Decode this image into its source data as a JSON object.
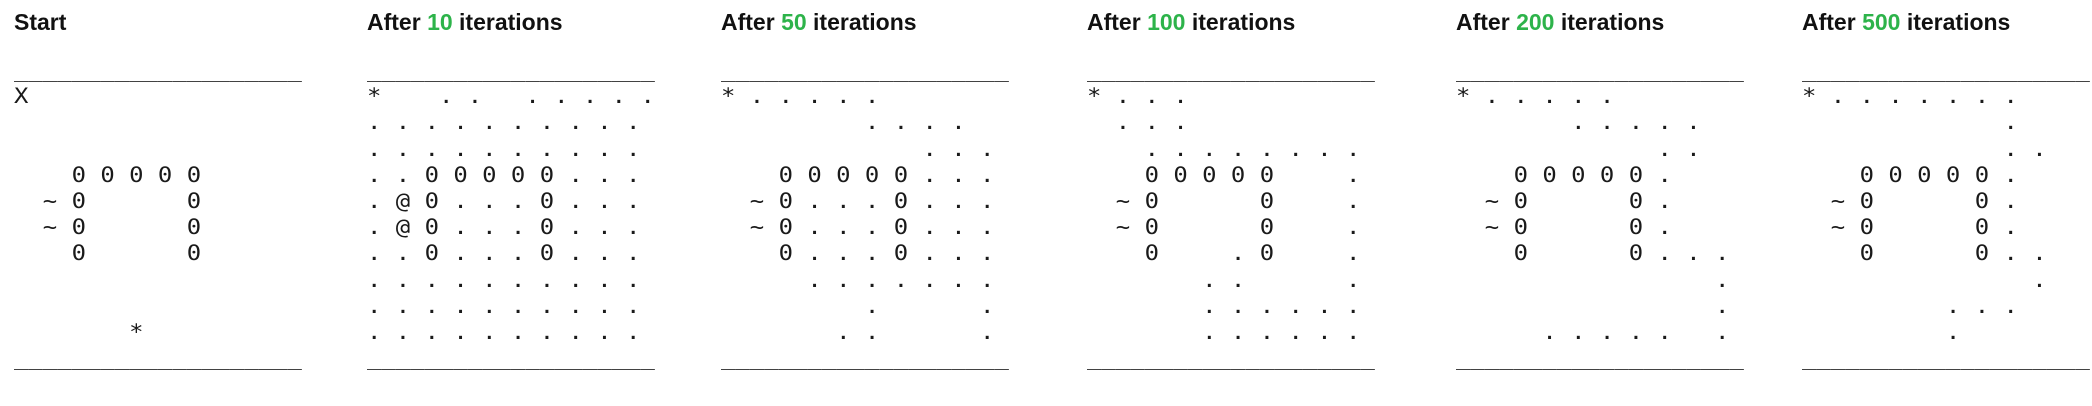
{
  "panels": [
    {
      "title_prefix": "Start",
      "title_count": "",
      "title_suffix": "",
      "grid": [
        "____________________",
        "X",
        "",
        "",
        "    0 0 0 0 0",
        "  ~ 0       0",
        "  ~ 0       0",
        "    0       0",
        "",
        "",
        "        *",
        "____________________"
      ]
    },
    {
      "title_prefix": "After ",
      "title_count": "10",
      "title_suffix": " iterations",
      "grid": [
        "____________________",
        "*    . .   . . . . .",
        ". . . . . . . . . .",
        ". . . . . . . . . .",
        ". . 0 0 0 0 0 . . .",
        ". @ 0 . . . 0 . . .",
        ". @ 0 . . . 0 . . .",
        ". . 0 . . . 0 . . .",
        ". . . . . . . . . .",
        ". . . . . . . . . .",
        ". . . . . . . . . .",
        "____________________"
      ]
    },
    {
      "title_prefix": "After ",
      "title_count": "50",
      "title_suffix": " iterations",
      "grid": [
        "____________________",
        "* . . . . .",
        "          . . . .",
        "              . . .",
        "    0 0 0 0 0 . . .",
        "  ~ 0 . . . 0 . . .",
        "  ~ 0 . . . 0 . . .",
        "    0 . . . 0 . . .",
        "      . . . . . . .",
        "          .       .",
        "        . .       .",
        "____________________"
      ]
    },
    {
      "title_prefix": "After ",
      "title_count": "100",
      "title_suffix": " iterations",
      "grid": [
        "____________________",
        "* . . .",
        "  . . .",
        "    . . . . . . . .",
        "    0 0 0 0 0     .",
        "  ~ 0       0     .",
        "  ~ 0       0     .",
        "    0     . 0     .",
        "        . .       .",
        "        . . . . . .",
        "        . . . . . .",
        "____________________"
      ]
    },
    {
      "title_prefix": "After ",
      "title_count": "200",
      "title_suffix": " iterations",
      "grid": [
        "____________________",
        "* . . . . .",
        "        . . . . .",
        "              . .",
        "    0 0 0 0 0 .",
        "  ~ 0       0 .",
        "  ~ 0       0 .",
        "    0       0 . . .",
        "                  .",
        "                  .",
        "      . . . . .   .",
        "____________________"
      ]
    },
    {
      "title_prefix": "After ",
      "title_count": "500",
      "title_suffix": " iterations",
      "grid": [
        "____________________",
        "* . . . . . . .",
        "              .",
        "              . .",
        "    0 0 0 0 0 .",
        "  ~ 0       0 .",
        "  ~ 0       0 .",
        "    0       0 . .",
        "                .",
        "          . . .",
        "          .",
        "____________________"
      ]
    }
  ]
}
